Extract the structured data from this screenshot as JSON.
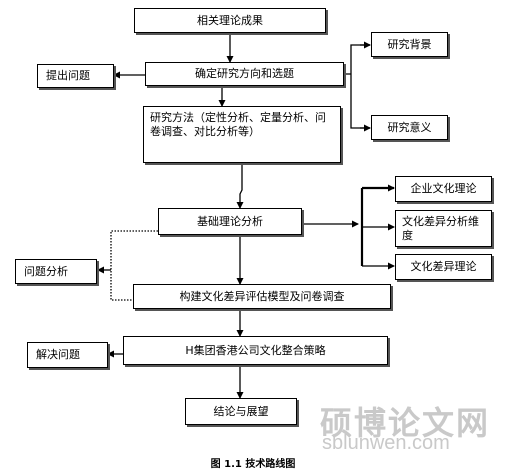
{
  "nodes": {
    "n1": "相关理论成果",
    "n2": "确定研究方向和选题",
    "n3": "研究方法（定性分析、定量分析、问卷调查、对比分析等）",
    "n4": "基础理论分析",
    "n5": "构建文化差异评估模型及问卷调查",
    "n6": "H集团香港公司文化整合策略",
    "n7": "结论与展望",
    "side_research_background": "研究背景",
    "side_research_significance": "研究意义",
    "side_raise_problem": "提出问题",
    "side_corporate_culture": "企业文化理论",
    "side_cultural_difference_dimension": "文化差异分析维度",
    "side_cultural_difference_theory": "文化差异理论",
    "side_problem_analysis": "问题分析",
    "side_solve_problem": "解决问题"
  },
  "caption": "图 1.1 技术路线图",
  "watermark": {
    "cn": "硕博论文网",
    "url": "sblunwen.com"
  }
}
